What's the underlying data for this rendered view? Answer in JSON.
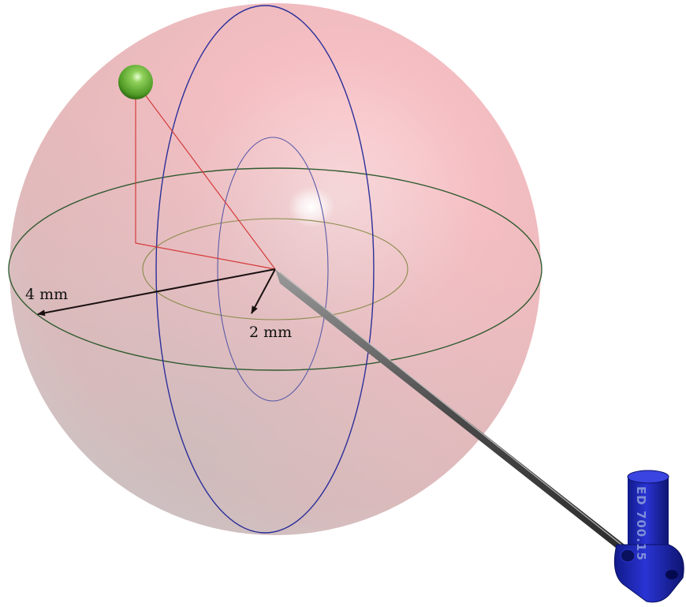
{
  "labels": {
    "outer_radius": "4 mm",
    "inner_radius": "2 mm",
    "tool_engraving": "ED 700.15"
  },
  "values": {
    "outer_radius_mm": 4,
    "inner_radius_mm": 2
  },
  "colors": {
    "sphere": "#f2b3b8",
    "equator_ring": "#2f5a2f",
    "meridian_ring": "#2b2f9a",
    "target_ball": "#5cae2c",
    "target_lines": "#d63a3a",
    "dimension_arrows": "#1a1010",
    "probe_shaft": "#6b6b6b",
    "probe_holder": "#1a20b8"
  }
}
